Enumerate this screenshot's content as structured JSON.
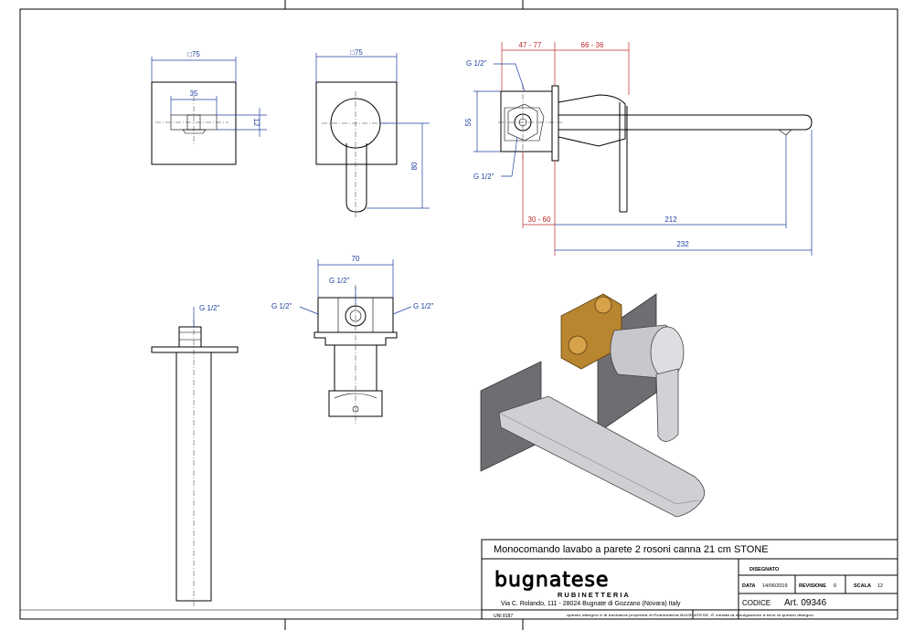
{
  "drawing": {
    "dims": {
      "front_width": "□75",
      "depth35": "35",
      "h12": "12",
      "side_width": "□75",
      "h80": "80",
      "d47_77": "47 - 77",
      "d66_36": "66 - 36",
      "g_top": "G 1/2\"",
      "h55": "55",
      "g_bottom": "G 1/2\"",
      "d30_60": "30 - 60",
      "d212": "212",
      "d232": "232",
      "body_w70": "70",
      "g_body_top": "G 1/2\"",
      "g_body_left": "G 1/2\"",
      "g_body_right": "G 1/2\"",
      "g_spout": "G 1/2\""
    }
  },
  "title_block": {
    "title": "Monocomando lavabo a parete 2 rosoni canna 21 cm STONE",
    "brand": "bugnatese",
    "brand_sub": "RUBINETTERIA",
    "address": "Via C. Rolando, 111 - 28024 Bugnate di Gozzano (Novara) Italy",
    "disegnato_label": "DISEGNATO",
    "data_label": "DATA",
    "data_value": "14/06/2019",
    "revisione_label": "REVISIONE",
    "revisione_value": "0",
    "scala_label": "SCALA",
    "scala_value": "12",
    "codice_label": "CODICE",
    "codice_value": "Art. 09346",
    "uni": "UNI 8187",
    "disclaimer": "questo disegno è di esclusiva proprietà di Rubinetteria BUGNATESE. È vietata la divulgazione a terzi di questo disegno"
  },
  "colors": {
    "dimension_blue": "#1f3fa0",
    "dimension_red": "#c0282a",
    "brass": "#b8862f",
    "chrome": "#c8c8cc",
    "plate": "#6e6e72"
  }
}
